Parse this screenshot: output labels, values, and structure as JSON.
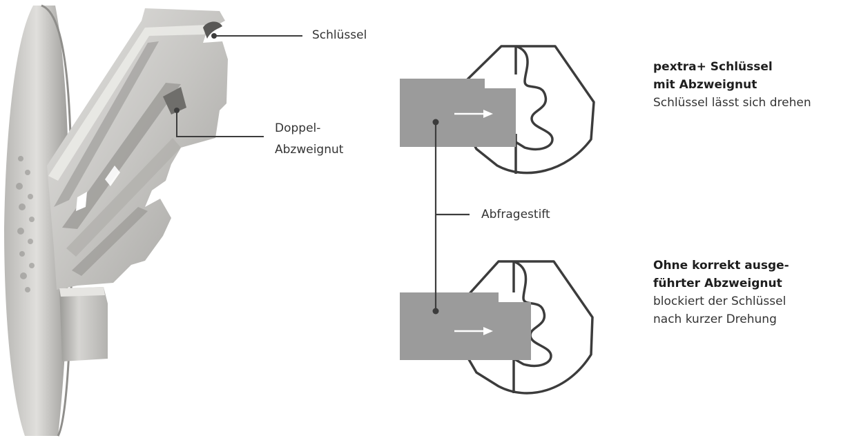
{
  "labels": {
    "key": "Schlüssel",
    "double_groove_line1": "Doppel-",
    "double_groove_line2": "Abzweignut",
    "pin": "Abfragestift"
  },
  "top_description": {
    "title_line1": "pextra+ Schlüssel",
    "title_line2": "mit Abzweignut",
    "text": "Schlüssel lässt sich drehen"
  },
  "bottom_description": {
    "title_line1": "Ohne korrekt ausge-",
    "title_line2": "führter Abzweignut",
    "text_line1": "blockiert der Schlüssel",
    "text_line2": "nach kurzer Drehung"
  },
  "colors": {
    "outline": "#3c3c3c",
    "pin_fill": "#9b9b9b",
    "arrow": "#ffffff",
    "key_metal": "#c9c9c7",
    "key_shadow": "#8e8e8b"
  },
  "icons": [
    "key-cross-section-image",
    "lock-cylinder-outline",
    "sensing-pin-block",
    "direction-arrow"
  ]
}
